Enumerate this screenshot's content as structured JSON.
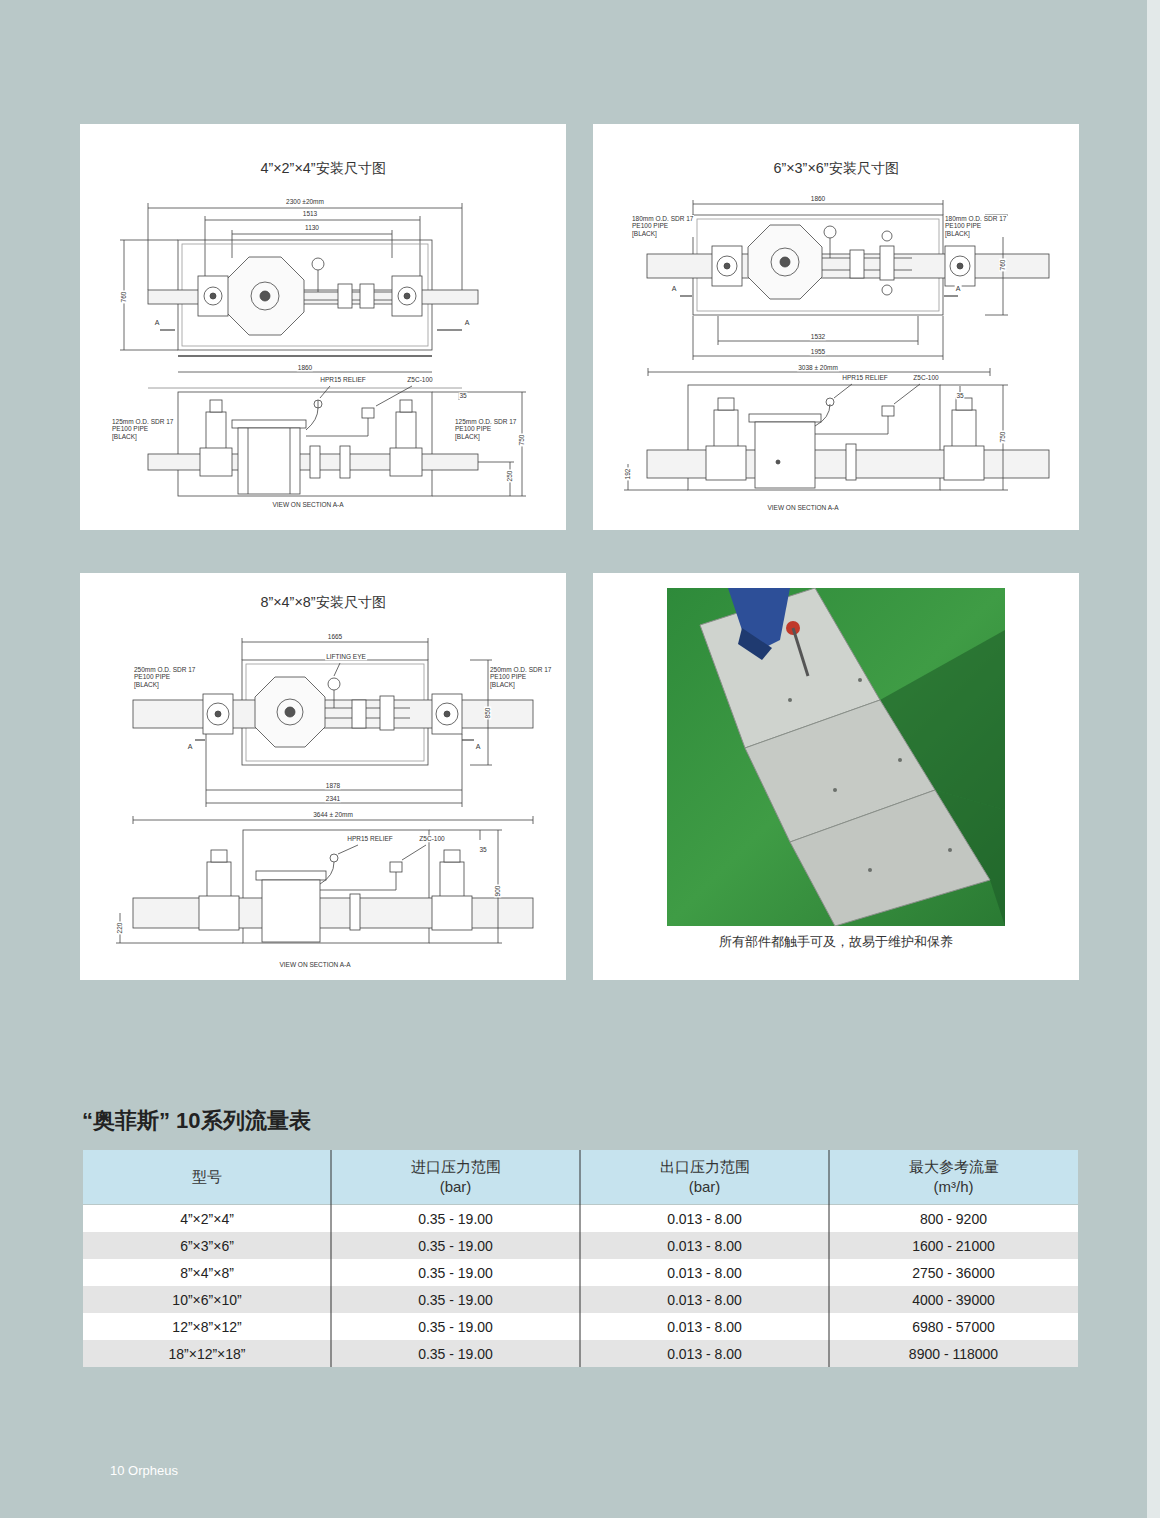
{
  "diagram": {
    "title": "“奥菲斯” 10系列流量表",
    "nodes": [
      {
        "text": [
          "4”×2”×4”安装尺寸图"
        ]
      },
      {
        "text": [
          "6”×3”×6”安装尺寸图"
        ]
      },
      {
        "text": [
          "8”×4”×8”安装尺寸图"
        ]
      },
      {
        "text": [
          "所有部件都触手可及，故易于维护和保养"
        ]
      }
    ],
    "labels": [
      "2300 ±20mm",
      "1513",
      "1130",
      "760",
      "A",
      "A",
      "1860",
      "HPR15 RELIEF",
      "Z5C-100",
      "35",
      "125mm O.D. SDR 17 PE100 PIPE [BLACK]",
      "125mm O.D. SDR 17 PE100 PIPE [BLACK]",
      "750",
      "250",
      "VIEW ON SECTION A-A",
      "1860",
      "180mm O.D. SDR 17 PE100 PIPE [BLACK]",
      "180mm O.D. SDR 17 PE100 PIPE [BLACK]",
      "760",
      "A",
      "A",
      "1532",
      "1955",
      "3038 ± 20mm",
      "HPR15 RELIEF",
      "Z5C-100",
      "35",
      "750",
      "192",
      "VIEW ON SECTION A-A",
      "1665",
      "LIFTING EYE",
      "250mm O.D. SDR 17 PE100 PIPE [BLACK]",
      "250mm O.D. SDR 17 PE100 PIPE [BLACK]",
      "850",
      "A",
      "A",
      "1878",
      "2341",
      "3644 ± 20mm",
      "HPR15 RELIEF",
      "Z5C-100",
      "35",
      "900",
      "220",
      "VIEW ON SECTION A-A",
      "型号",
      "进口压力范围 (bar)",
      "出口压力范围 (bar)",
      "最大参考流量 (m³/h)",
      "4”×2”×4”",
      "0.35 - 19.00",
      "0.013 - 8.00",
      "800 - 9200",
      "6”×3”×6”",
      "0.35 - 19.00",
      "0.013 - 8.00",
      "1600 - 21000",
      "8”×4”×8”",
      "0.35 - 19.00",
      "0.013 - 8.00",
      "2750 - 36000",
      "10”×6”×10”",
      "0.35 - 19.00",
      "0.013 - 8.00",
      "4000 - 39000",
      "12”×8”×12”",
      "0.35 - 19.00",
      "0.013 - 8.00",
      "6980 - 57000",
      "18”×12”×18”",
      "0.35 - 19.00",
      "0.013 - 8.00",
      "8900 - 118000",
      "10 Orpheus"
    ]
  }
}
